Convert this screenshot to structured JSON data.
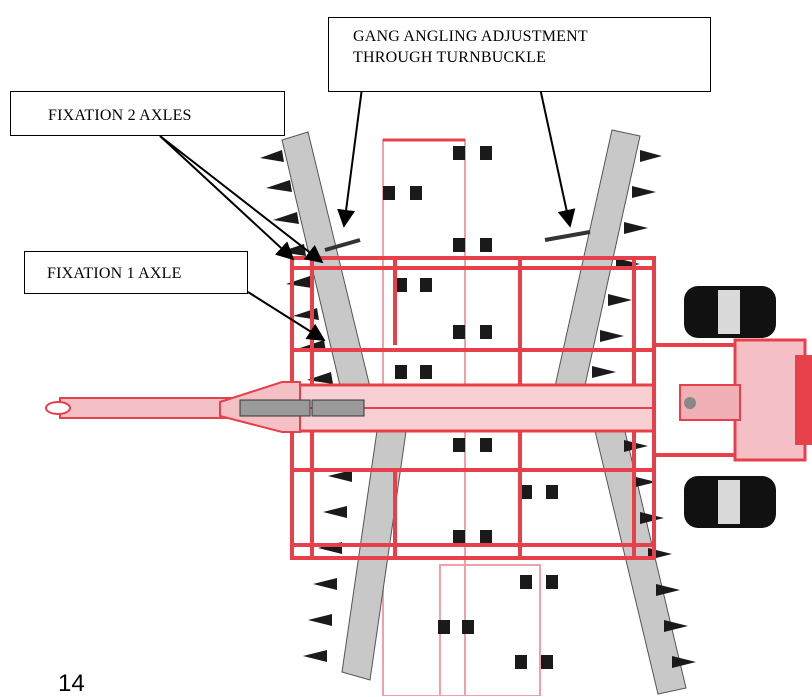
{
  "callouts": {
    "gang_angling": [
      "GANG ANGLING ADJUSTMENT",
      "THROUGH TURNBUCKLE"
    ],
    "fixation_2": "FIXATION 2 AXLES",
    "fixation_1": "FIXATION 1 AXLE"
  },
  "page_number": "14",
  "colors": {
    "frame_red": "#e8404a",
    "frame_light": "#f5a0a6",
    "disc_black": "#1a1a1a",
    "gang_gray": "#c8c8c8",
    "tire_black": "#111111"
  }
}
